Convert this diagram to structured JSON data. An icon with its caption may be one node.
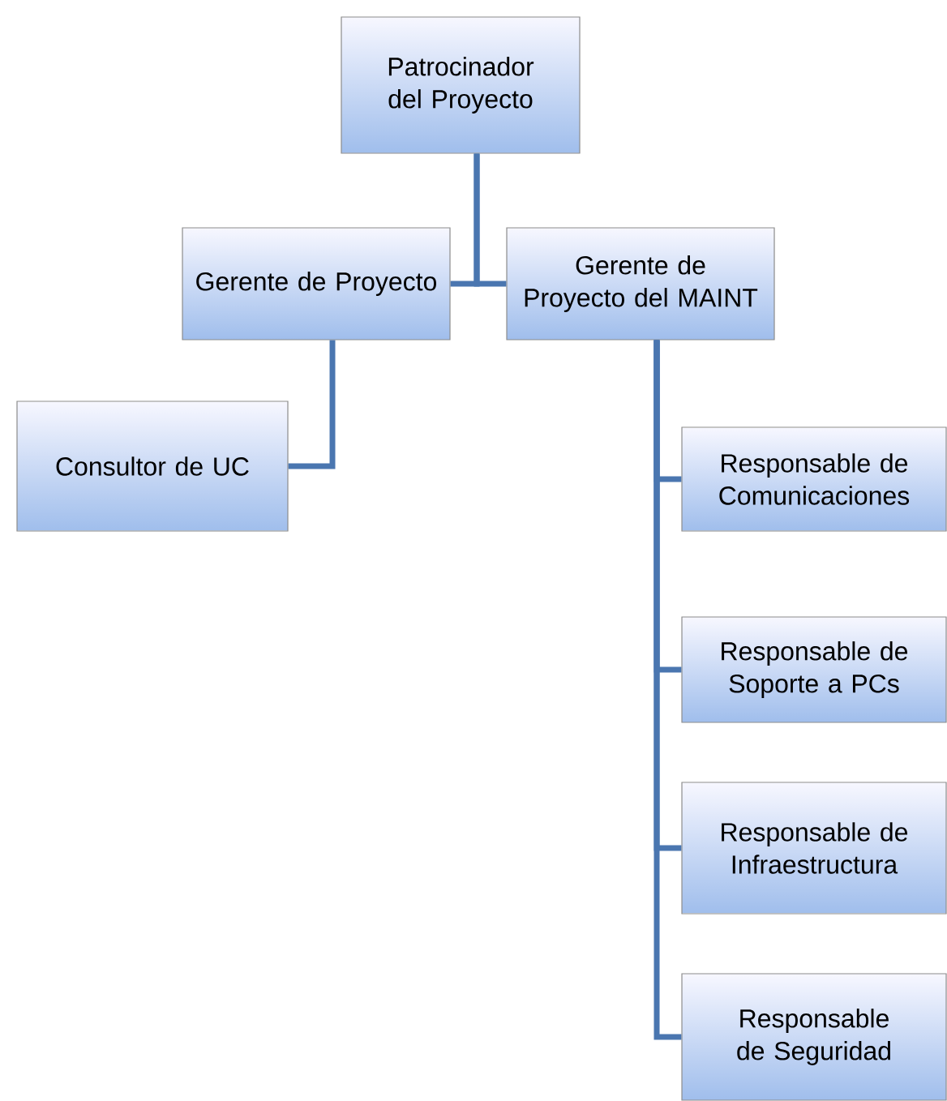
{
  "diagram": {
    "nodes": [
      {
        "text": [
          "Patrocinador del Proyecto"
        ]
      },
      {
        "text": [
          "Gerente de Proyecto"
        ]
      },
      {
        "text": [
          "Gerente de Proyecto del MAINT"
        ]
      },
      {
        "text": [
          "Consultor de UC"
        ]
      },
      {
        "text": [
          "Responsable de Comunicaciones"
        ]
      },
      {
        "text": [
          "Responsable de Soporte a PCs"
        ]
      },
      {
        "text": [
          "Responsable de Infraestructura"
        ]
      },
      {
        "text": [
          "Responsable de Seguridad"
        ]
      }
    ],
    "edges": [
      {
        "from": 0,
        "to": 1,
        "arrow": "none"
      },
      {
        "from": 0,
        "to": 2,
        "arrow": "none"
      },
      {
        "from": 1,
        "to": 3,
        "arrow": "none"
      },
      {
        "from": 2,
        "to": 4,
        "arrow": "none"
      },
      {
        "from": 2,
        "to": 5,
        "arrow": "none"
      },
      {
        "from": 2,
        "to": 6,
        "arrow": "none"
      },
      {
        "from": 2,
        "to": 7,
        "arrow": "none"
      }
    ]
  }
}
